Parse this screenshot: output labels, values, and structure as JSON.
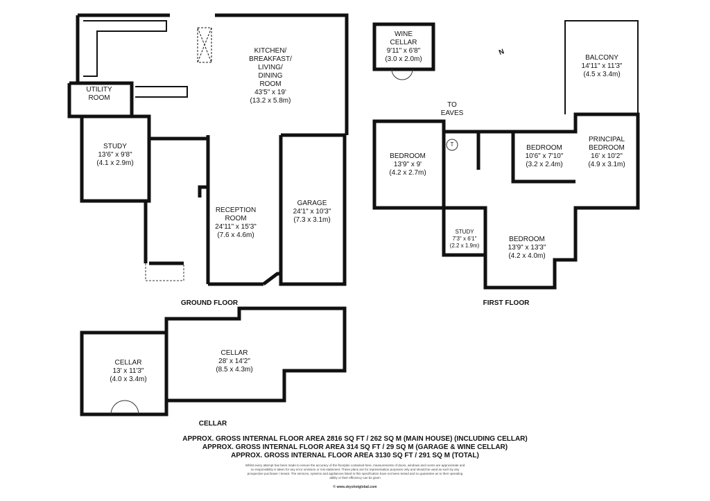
{
  "ground_floor": {
    "title": "GROUND FLOOR",
    "rooms": [
      {
        "name": "KITCHEN/",
        "name2": "BREAKFAST/",
        "name3": "LIVING/",
        "name4": "DINING",
        "name5": "ROOM",
        "imperial": "43'5\" x 19'",
        "metric": "(13.2 x 5.8m)"
      },
      {
        "name": "UTILITY",
        "name2": "ROOM"
      },
      {
        "name": "STUDY",
        "imperial": "13'6\" x 9'8\"",
        "metric": "(4.1 x 2.9m)"
      },
      {
        "name": "RECEPTION",
        "name2": "ROOM",
        "imperial": "24'11\" x 15'3\"",
        "metric": "(7.6 x 4.6m)"
      },
      {
        "name": "GARAGE",
        "imperial": "24'1\" x 10'3\"",
        "metric": "(7.3 x 3.1m)"
      }
    ]
  },
  "first_floor": {
    "title": "FIRST FLOOR",
    "rooms": [
      {
        "name": "WINE",
        "name2": "CELLAR",
        "imperial": "9'11\" x 6'8\"",
        "metric": "(3.0 x 2.0m)"
      },
      {
        "name": "BALCONY",
        "imperial": "14'11\" x 11'3\"",
        "metric": "(4.5 x 3.4m)"
      },
      {
        "name": "TO",
        "name2": "EAVES"
      },
      {
        "name": "BEDROOM",
        "imperial": "13'9\" x 9'",
        "metric": "(4.2 x 2.7m)"
      },
      {
        "name": "BEDROOM",
        "imperial": "10'6\" x 7'10\"",
        "metric": "(3.2 x 2.4m)"
      },
      {
        "name": "PRINCIPAL",
        "name2": "BEDROOM",
        "imperial": "16' x 10'2\"",
        "metric": "(4.9 x 3.1m)"
      },
      {
        "name": "STUDY",
        "imperial": "7'3\" x 6'1\"",
        "metric": "(2.2 x 1.9m)"
      },
      {
        "name": "BEDROOM",
        "imperial": "13'9\" x 13'3\"",
        "metric": "(4.2 x 4.0m)"
      }
    ],
    "tank_label": "T",
    "compass_label": "N"
  },
  "cellar": {
    "title": "CELLAR",
    "rooms": [
      {
        "name": "CELLAR",
        "imperial": "13' x 11'3\"",
        "metric": "(4.0 x 3.4m)"
      },
      {
        "name": "CELLAR",
        "imperial": "28' x 14'2\"",
        "metric": "(8.5 x 4.3m)"
      }
    ]
  },
  "areas": [
    "APPROX. GROSS INTERNAL FLOOR AREA 2816 SQ FT / 262 SQ M (MAIN HOUSE) (INCLUDING CELLAR)",
    "APPROX. GROSS INTERNAL FLOOR AREA 314 SQ FT / 29 SQ M (GARAGE & WINE CELLAR)",
    "APPROX. GROSS INTERNAL FLOOR AREA 3130 SQ FT / 291 SQ M (TOTAL)"
  ],
  "disclaimer": "Whilst every attempt has been made to ensure the accuracy of the floorplan contained here, measurements of doors, windows and rooms are approximate and no responsibility is taken for any error omission or mis-statement. These plans are for representation purposes only and should be used as such by any prospective purchaser / tenant. The services, systems and appliances listed in this specification have not been tested and no guarantee as to their operating ability or their efficiency can be given",
  "website": "© www.skyshotglobal.com"
}
